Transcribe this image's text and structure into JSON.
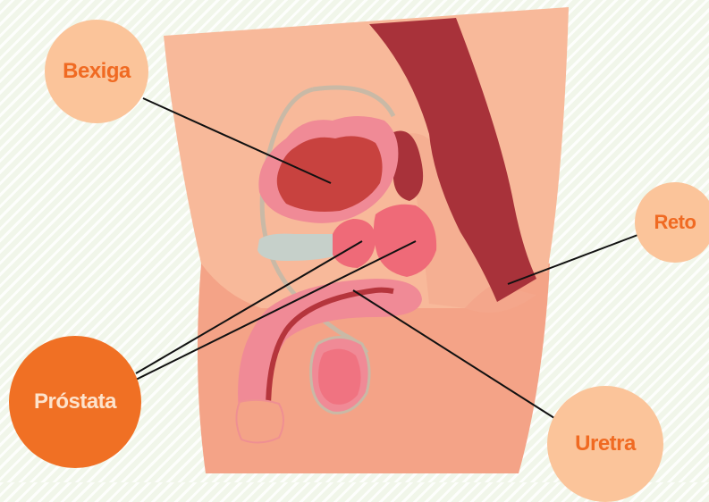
{
  "labels": {
    "bexiga": "Bexiga",
    "reto": "Reto",
    "prostata": "Próstata",
    "uretra": "Uretra"
  },
  "colors": {
    "background": "#f1f6ea",
    "skin": "#f8b99a",
    "skin_dark": "#f4a387",
    "rectum": "#a8323a",
    "bladder_outer": "#f08a96",
    "bladder_inner": "#c8423f",
    "prostate": "#ef6a78",
    "bone": "#c6d0ca",
    "label_light": "#fbc49a",
    "label_dark": "#f07024",
    "leader_line": "#111111"
  }
}
